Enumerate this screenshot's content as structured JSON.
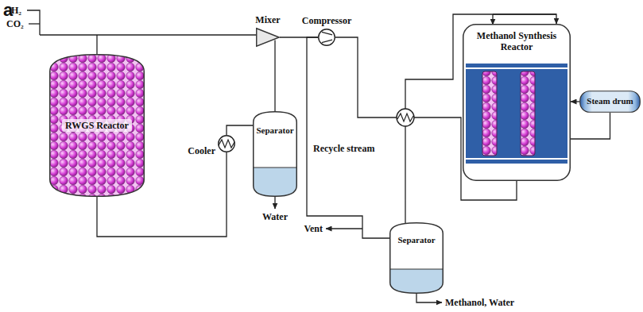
{
  "diagram": {
    "nodes": [
      {
        "text": [
          "RWGS Reactor"
        ]
      },
      {
        "text": [
          "Cooler"
        ]
      },
      {
        "text": [
          "Separator"
        ]
      },
      {
        "text": [
          "Mixer"
        ]
      },
      {
        "text": [
          "Compressor"
        ]
      },
      {
        "text": [
          "Methanol Synthesis Reactor"
        ]
      },
      {
        "text": [
          "Steam drum"
        ]
      },
      {
        "text": [
          "Separator"
        ]
      }
    ],
    "edges": [
      {
        "from": 0,
        "to": 1,
        "arrow": "none"
      },
      {
        "from": 1,
        "to": 2,
        "arrow": "none"
      },
      {
        "from": 2,
        "to": 3,
        "arrow": "none"
      },
      {
        "from": 3,
        "to": 4,
        "arrow": "none"
      },
      {
        "from": 4,
        "to": 5,
        "arrow": "to"
      },
      {
        "from": 5,
        "to": 7,
        "arrow": "none"
      },
      {
        "from": 5,
        "to": 6,
        "arrow": "none"
      },
      {
        "from": 6,
        "to": 5,
        "arrow": "to"
      },
      {
        "from": 7,
        "to": 4,
        "label": "Recycle stream",
        "arrow": "none"
      }
    ],
    "labels": [
      "a",
      "H₂",
      "CO₂",
      "Water",
      "Vent",
      "Methanol, Water"
    ]
  }
}
